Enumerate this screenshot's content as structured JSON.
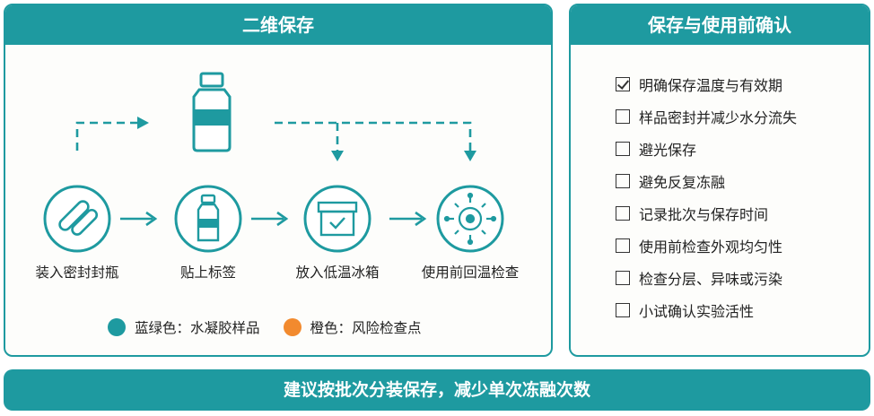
{
  "colors": {
    "teal": "#1e9aa0",
    "orange": "#f28a2e"
  },
  "left_panel": {
    "title": "二维保存",
    "steps": [
      {
        "label": "装入密封封瓶",
        "icon": "capsule-icon"
      },
      {
        "label": "贴上标签",
        "icon": "vial-icon"
      },
      {
        "label": "放入低温冰箱",
        "icon": "storage-box-icon"
      },
      {
        "label": "使用前回温检查",
        "icon": "microbe-icon"
      }
    ],
    "top_icon": "bottle-icon",
    "legend": [
      {
        "color": "#1e9aa0",
        "text": "蓝绿色：水凝胶样品"
      },
      {
        "color": "#f28a2e",
        "text": "橙色：风险检查点"
      }
    ]
  },
  "right_panel": {
    "title": "保存与使用前确认",
    "items": [
      {
        "text": "明确保存温度与有效期",
        "checked": true
      },
      {
        "text": "样品密封并减少水分流失",
        "checked": false
      },
      {
        "text": "避光保存",
        "checked": false
      },
      {
        "text": "避免反复冻融",
        "checked": false
      },
      {
        "text": "记录批次与保存时间",
        "checked": false
      },
      {
        "text": "使用前检查外观均匀性",
        "checked": false
      },
      {
        "text": "检查分层、异味或污染",
        "checked": false
      },
      {
        "text": "小试确认实验活性",
        "checked": false
      }
    ]
  },
  "banner": {
    "text": "建议按批次分装保存，减少单次冻融次数"
  }
}
